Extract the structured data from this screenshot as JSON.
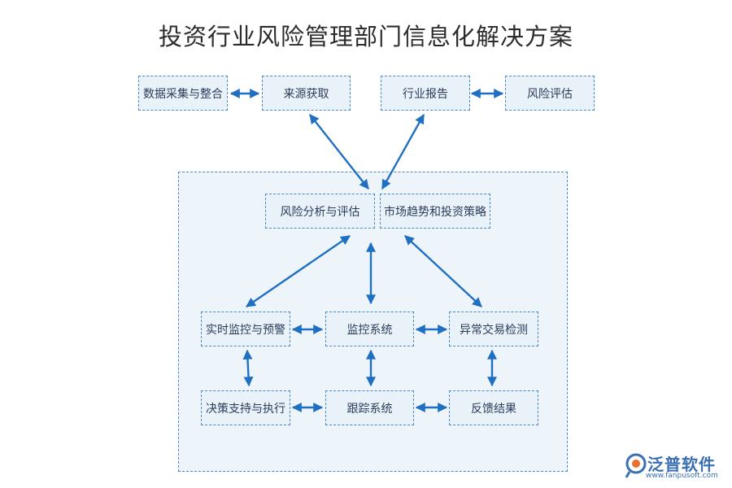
{
  "title": "投资行业风险管理部门信息化解决方案",
  "nodes": {
    "data_collection": "数据采集与整合",
    "source_acquisition": "来源获取",
    "industry_report": "行业报告",
    "risk_assessment": "风险评估",
    "risk_analysis": "风险分析与评估",
    "market_trend": "市场趋势和投资策略",
    "realtime_monitor": "实时监控与预警",
    "monitor_system": "监控系统",
    "anomaly_detection": "异常交易检测",
    "decision_support": "决策支持与执行",
    "tracking_system": "跟踪系统",
    "feedback": "反馈结果"
  },
  "logo": {
    "name": "泛普软件",
    "url": "www.fanpusoft.com"
  },
  "colors": {
    "arrow": "#1f6fc2",
    "border": "#4a88c8",
    "box_fill": "#e9f2f9",
    "panel_fill": "#eef5fa"
  }
}
